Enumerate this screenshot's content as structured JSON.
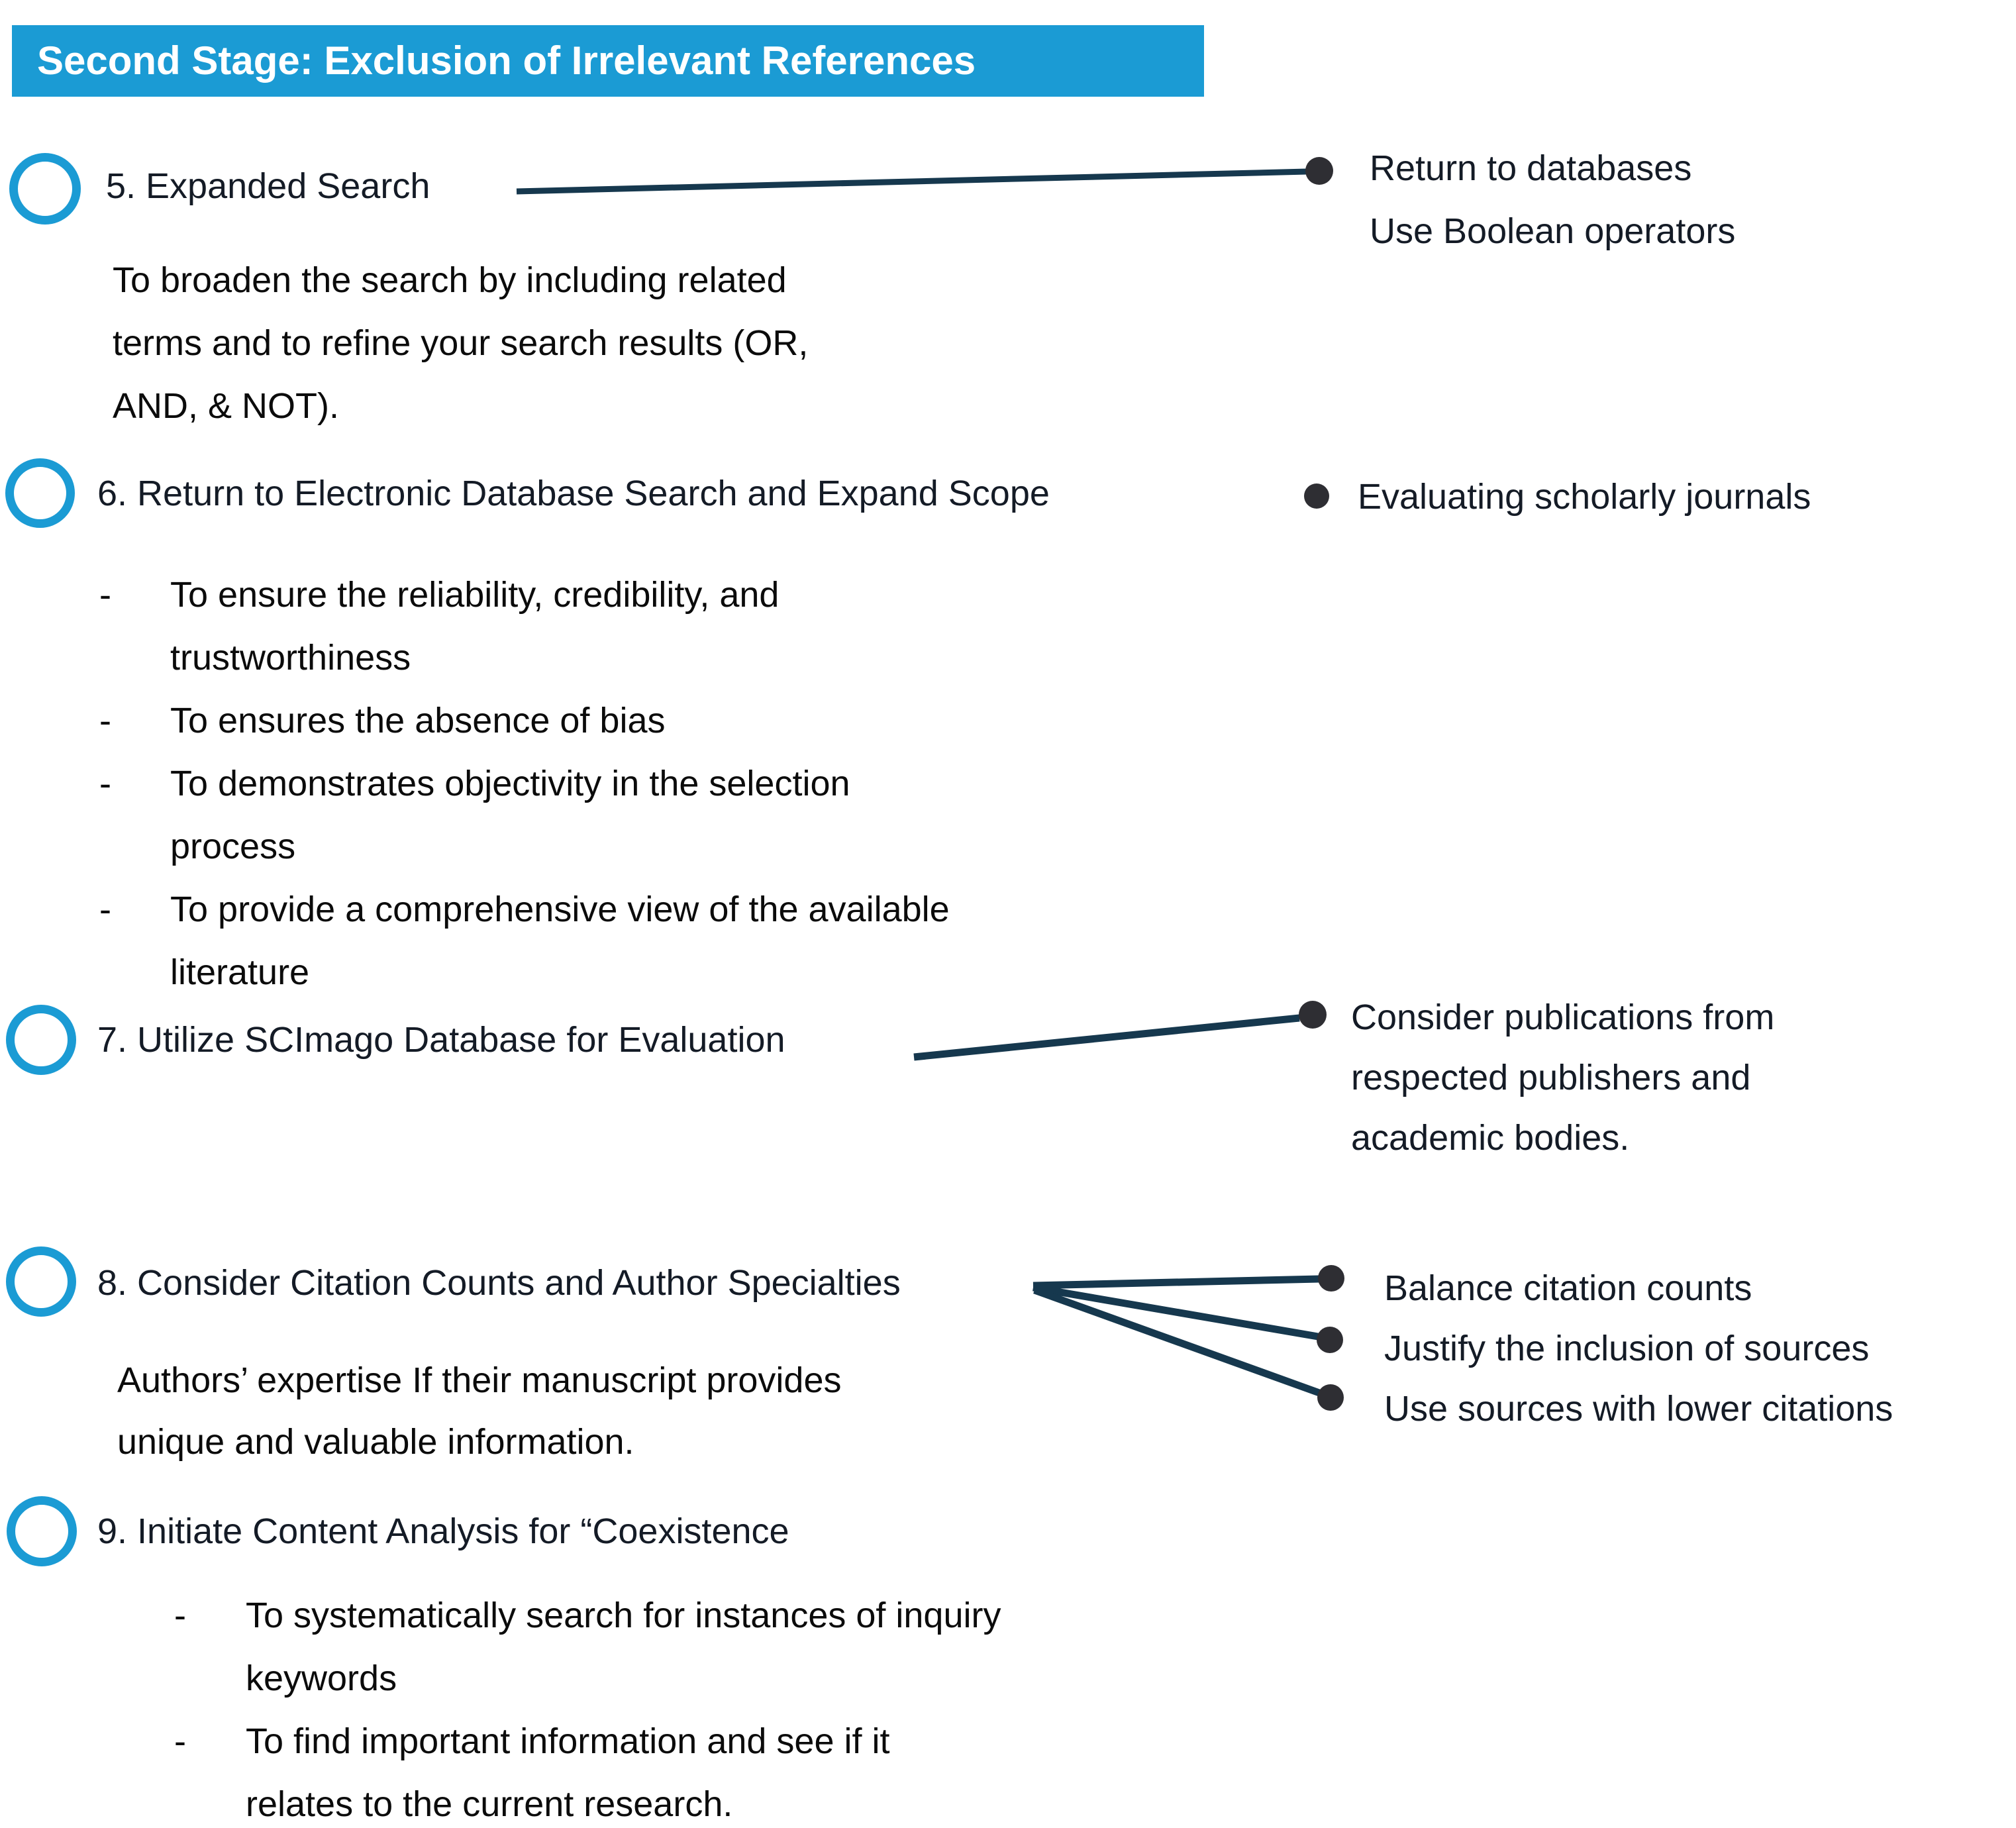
{
  "header": {
    "title": "Second Stage: Exclusion of Irrelevant References"
  },
  "colors": {
    "accent_blue": "#1B9BD4",
    "header_text": "#FFFFFF",
    "title_text": "#141B26",
    "body_text": "#0B0B0B",
    "connector": "#16384E",
    "dot": "#2E2E33"
  },
  "icons": {
    "step_marker": "circle-outline",
    "callout_marker": "filled-dot",
    "bullet_dash": "-"
  },
  "steps": [
    {
      "title": "5. Expanded Search",
      "description_lines": [
        "To broaden the search by including related",
        "terms and to refine your search results (OR,",
        "AND, & NOT)."
      ],
      "callouts": [
        {
          "lines": [
            "Return to databases",
            "Use Boolean operators"
          ]
        }
      ]
    },
    {
      "title": "6. Return to Electronic Database Search and Expand Scope",
      "bullets": [
        {
          "lines": [
            "To ensure the reliability, credibility, and",
            "trustworthiness"
          ]
        },
        {
          "lines": [
            "To ensures the absence of bias"
          ]
        },
        {
          "lines": [
            "To demonstrates objectivity in the selection",
            "process"
          ]
        },
        {
          "lines": [
            "To provide a comprehensive view of the available",
            "literature"
          ]
        }
      ],
      "callouts": [
        {
          "lines": [
            "Evaluating scholarly journals"
          ]
        }
      ]
    },
    {
      "title": "7. Utilize SCImago Database for Evaluation",
      "callouts": [
        {
          "lines": [
            "Consider publications from",
            "respected publishers and",
            "academic bodies."
          ]
        }
      ]
    },
    {
      "title": "8. Consider Citation Counts and Author Specialties",
      "description_lines": [
        "Authors’ expertise If their manuscript provides",
        "unique and valuable information."
      ],
      "callouts": [
        {
          "lines": [
            "Balance citation counts"
          ]
        },
        {
          "lines": [
            "Justify the inclusion of sources"
          ]
        },
        {
          "lines": [
            "Use sources with lower citations"
          ]
        }
      ]
    },
    {
      "title": "9. Initiate Content Analysis for “Coexistence",
      "bullets": [
        {
          "lines": [
            "To systematically search for instances of inquiry",
            "keywords"
          ]
        },
        {
          "lines": [
            "To find important information and see if it",
            "relates to the current research."
          ]
        }
      ],
      "callouts": []
    }
  ]
}
